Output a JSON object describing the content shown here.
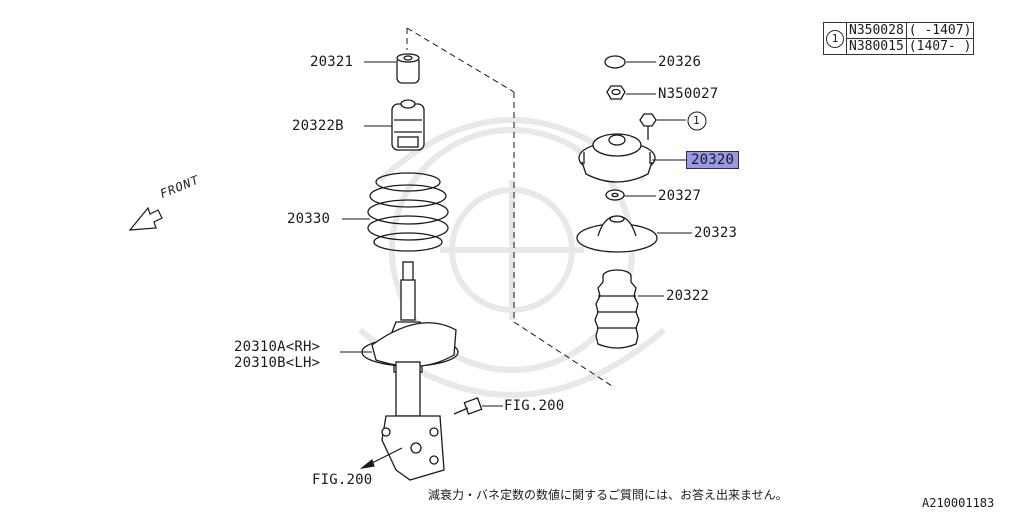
{
  "parts": {
    "p20321": "20321",
    "p20322B": "20322B",
    "p20330": "20330",
    "p20310A": "20310A<RH>",
    "p20310B": "20310B<LH>",
    "p20326": "20326",
    "pN350027": "N350027",
    "p20320": "20320",
    "p20327": "20327",
    "p20323": "20323",
    "p20322": "20322",
    "fig_bolt": "FIG.200",
    "fig_bottom": "FIG.200",
    "ref_mark": "1"
  },
  "front_label": "FRONT",
  "reference_table": {
    "mark": "1",
    "rows": [
      {
        "part": "N350028",
        "range": "( -1407)"
      },
      {
        "part": "N380015",
        "range": "(1407- )"
      }
    ]
  },
  "footer_note": "減衰力・バネ定数の数値に関するご質問には、お答え出来ません。",
  "diagram_code": "A210001183",
  "colors": {
    "line": "#1a1a1a",
    "highlight": "#9a97e6",
    "watermark": "#e6e6e6"
  }
}
